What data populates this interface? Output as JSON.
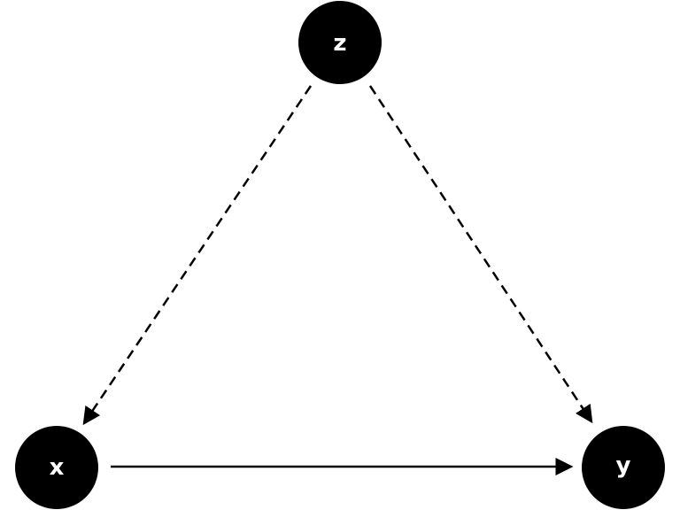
{
  "diagram": {
    "type": "directed-acyclic-graph",
    "colors": {
      "node": "#000000",
      "label": "#ffffff",
      "edge": "#000000",
      "background": "#ffffff"
    },
    "nodes": [
      {
        "id": "z",
        "label": "z"
      },
      {
        "id": "x",
        "label": "x"
      },
      {
        "id": "y",
        "label": "y"
      }
    ],
    "edges": [
      {
        "from": "z",
        "to": "x",
        "style": "dashed"
      },
      {
        "from": "z",
        "to": "y",
        "style": "dashed"
      },
      {
        "from": "x",
        "to": "y",
        "style": "solid"
      }
    ]
  }
}
